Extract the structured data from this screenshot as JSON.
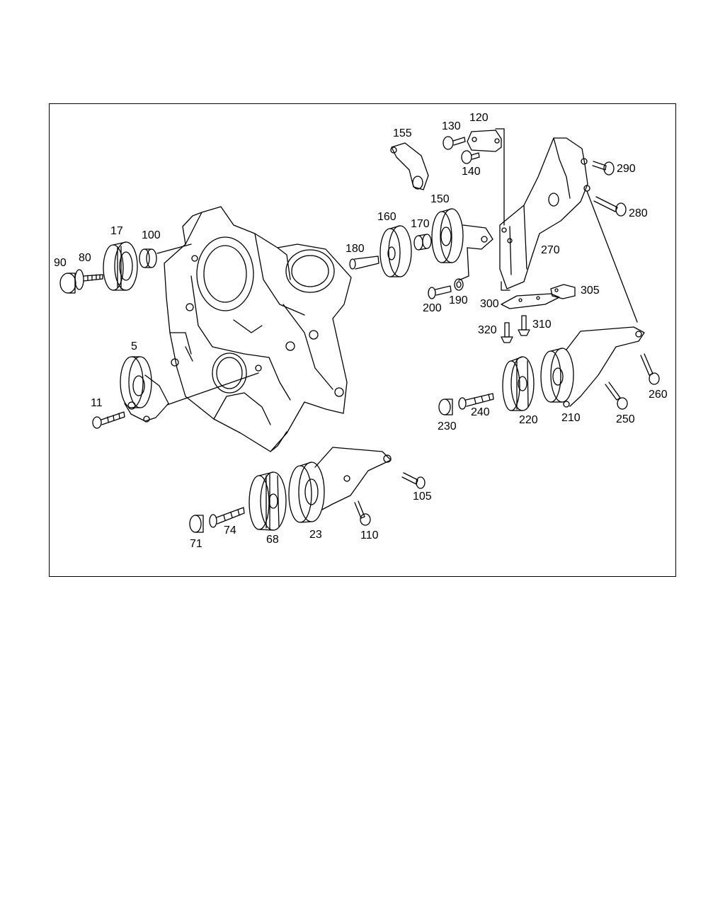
{
  "diagram": {
    "line_color": "#000000",
    "background": "#ffffff",
    "part_labels": {
      "p5": "5",
      "p11": "11",
      "p17": "17",
      "p23": "23",
      "p68": "68",
      "p71": "71",
      "p74": "74",
      "p80": "80",
      "p90": "90",
      "p100": "100",
      "p105": "105",
      "p110": "110",
      "p120": "120",
      "p130": "130",
      "p140": "140",
      "p150": "150",
      "p155": "155",
      "p160": "160",
      "p170": "170",
      "p180": "180",
      "p190": "190",
      "p200": "200",
      "p210": "210",
      "p220": "220",
      "p230": "230",
      "p240": "240",
      "p250": "250",
      "p260": "260",
      "p270": "270",
      "p280": "280",
      "p290": "290",
      "p300": "300",
      "p305": "305",
      "p310": "310",
      "p320": "320"
    }
  }
}
